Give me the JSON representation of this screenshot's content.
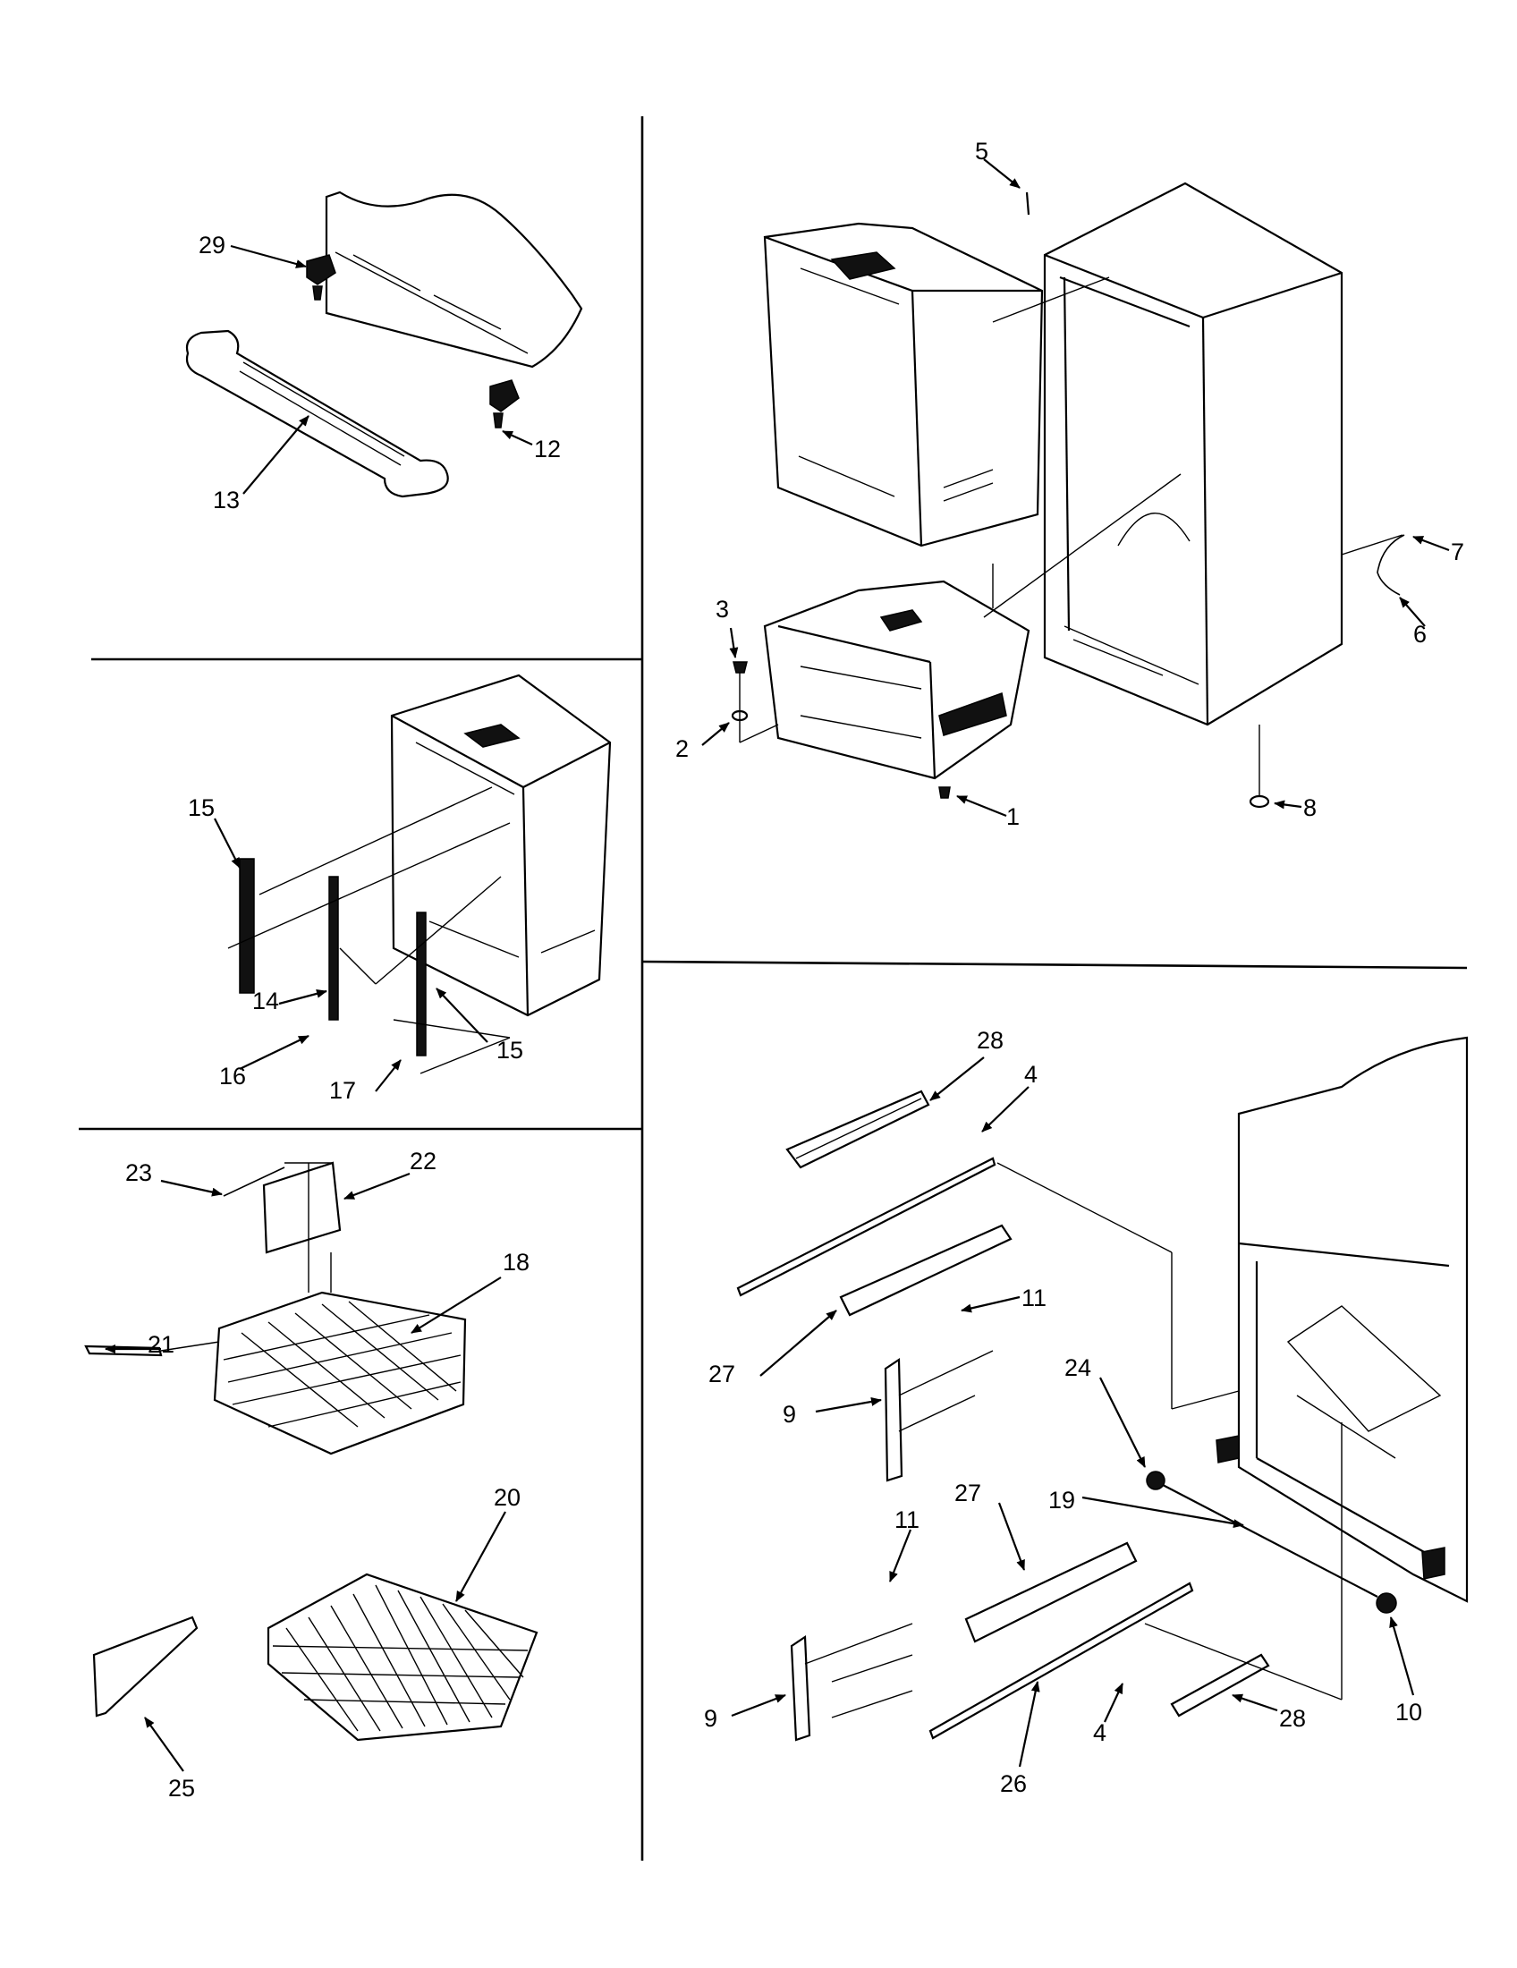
{
  "diagram": {
    "callouts": {
      "c29": "29",
      "c12": "12",
      "c13": "13",
      "c5": "5",
      "c3": "3",
      "c2": "2",
      "c1": "1",
      "c7": "7",
      "c6": "6",
      "c8": "8",
      "c15a": "15",
      "c14": "14",
      "c16": "16",
      "c17": "17",
      "c15b": "15",
      "c23": "23",
      "c22": "22",
      "c18": "18",
      "c21": "21",
      "c20": "20",
      "c25": "25",
      "c28a": "28",
      "c4a": "4",
      "c11a": "11",
      "c27a": "27",
      "c9a": "9",
      "c24": "24",
      "c19": "19",
      "c27b": "27",
      "c11b": "11",
      "c9b": "9",
      "c4b": "4",
      "c28b": "28",
      "c26": "26",
      "c10": "10"
    }
  }
}
